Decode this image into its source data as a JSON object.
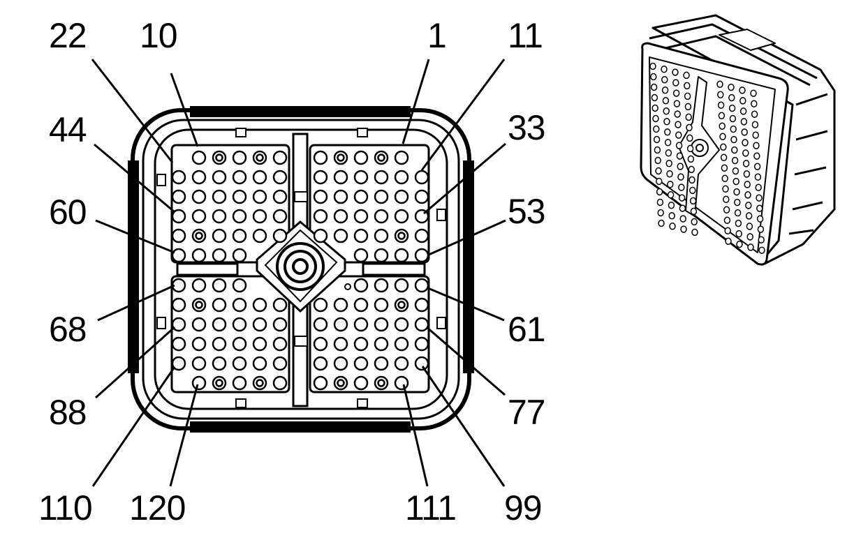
{
  "diagram": {
    "pin_labels": {
      "p22": "22",
      "p10": "10",
      "p1": "1",
      "p11": "11",
      "p44": "44",
      "p33": "33",
      "p60": "60",
      "p53": "53",
      "p68": "68",
      "p61": "61",
      "p88": "88",
      "p77": "77",
      "p110": "110",
      "p120": "120",
      "p111": "111",
      "p99": "99"
    },
    "colors": {
      "line": "#000000",
      "background": "#ffffff"
    }
  }
}
